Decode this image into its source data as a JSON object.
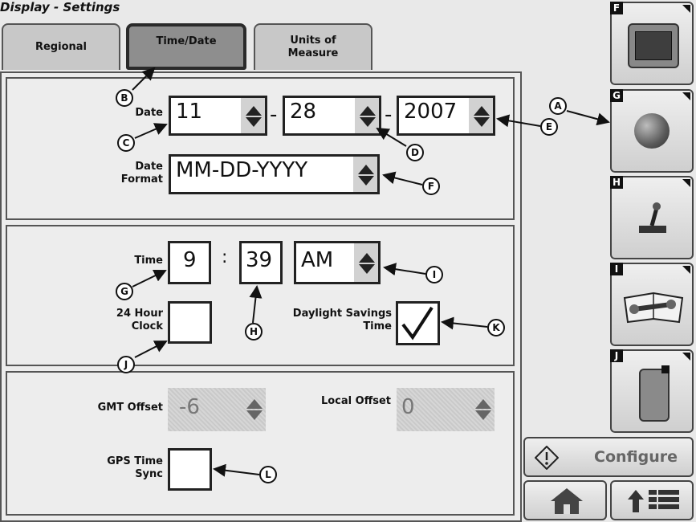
{
  "window": {
    "title": "Display - Settings"
  },
  "tabs": [
    {
      "label": "Regional"
    },
    {
      "label": "Time/Date"
    },
    {
      "label": "Units of Measure"
    }
  ],
  "date": {
    "label": "Date",
    "month": "11",
    "day": "28",
    "year": "2007",
    "separator": "-"
  },
  "date_format": {
    "label": "Date Format",
    "value": "MM-DD-YYYY"
  },
  "time": {
    "label": "Time",
    "hour": "9",
    "separator": ":",
    "minute": "39",
    "ampm": "AM"
  },
  "clock24": {
    "label": "24 Hour Clock",
    "checked": false
  },
  "daylight": {
    "label": "Daylight Savings Time",
    "checked": true
  },
  "gmt_offset": {
    "label": "GMT Offset",
    "value": "-6"
  },
  "local_offset": {
    "label": "Local Offset",
    "value": "0"
  },
  "gps_sync": {
    "label": "GPS Time Sync",
    "checked": false
  },
  "callouts": [
    "A",
    "B",
    "C",
    "D",
    "E",
    "F",
    "G",
    "H",
    "I",
    "J",
    "K",
    "L"
  ],
  "side_buttons": [
    {
      "letter": "F",
      "icon": "display-monitor-icon"
    },
    {
      "letter": "G",
      "icon": "globe-icon"
    },
    {
      "letter": "H",
      "icon": "joystick-icon"
    },
    {
      "letter": "I",
      "icon": "manual-wrench-icon"
    },
    {
      "letter": "J",
      "icon": "handheld-remote-icon"
    }
  ],
  "configure": {
    "label": "Configure",
    "icon": "warning-diamond-icon"
  },
  "bottom_buttons": [
    {
      "icon": "home-icon"
    },
    {
      "icon": "up-arrow-menu-icon"
    }
  ]
}
